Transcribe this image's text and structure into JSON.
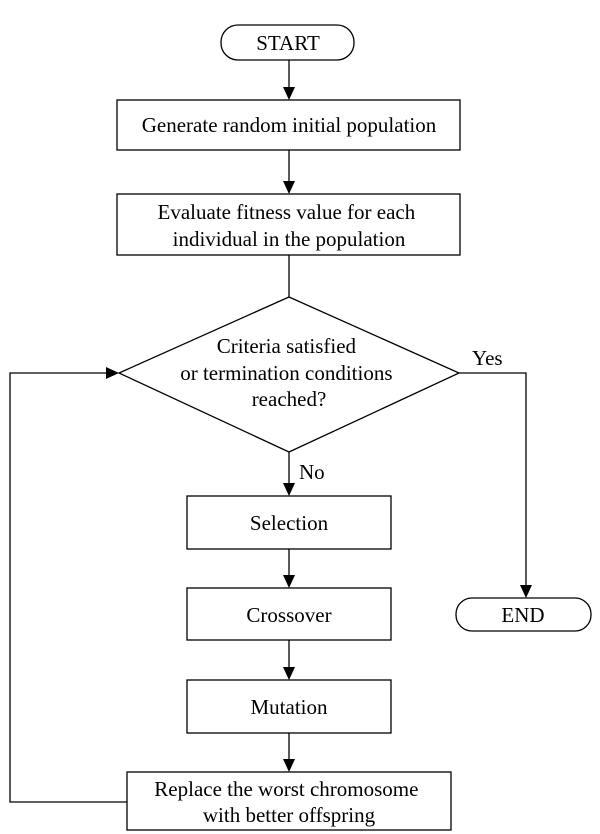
{
  "flowchart": {
    "start": "START",
    "generate": "Generate random initial population",
    "evaluate": [
      "Evaluate fitness value for each",
      "individual in the population"
    ],
    "decision": [
      "Criteria satisfied",
      "or termination conditions",
      "reached?"
    ],
    "yes": "Yes",
    "no": "No",
    "selection": "Selection",
    "crossover": "Crossover",
    "mutation": "Mutation",
    "replace": [
      "Replace the worst chromosome",
      "with better offspring"
    ],
    "end": "END"
  }
}
